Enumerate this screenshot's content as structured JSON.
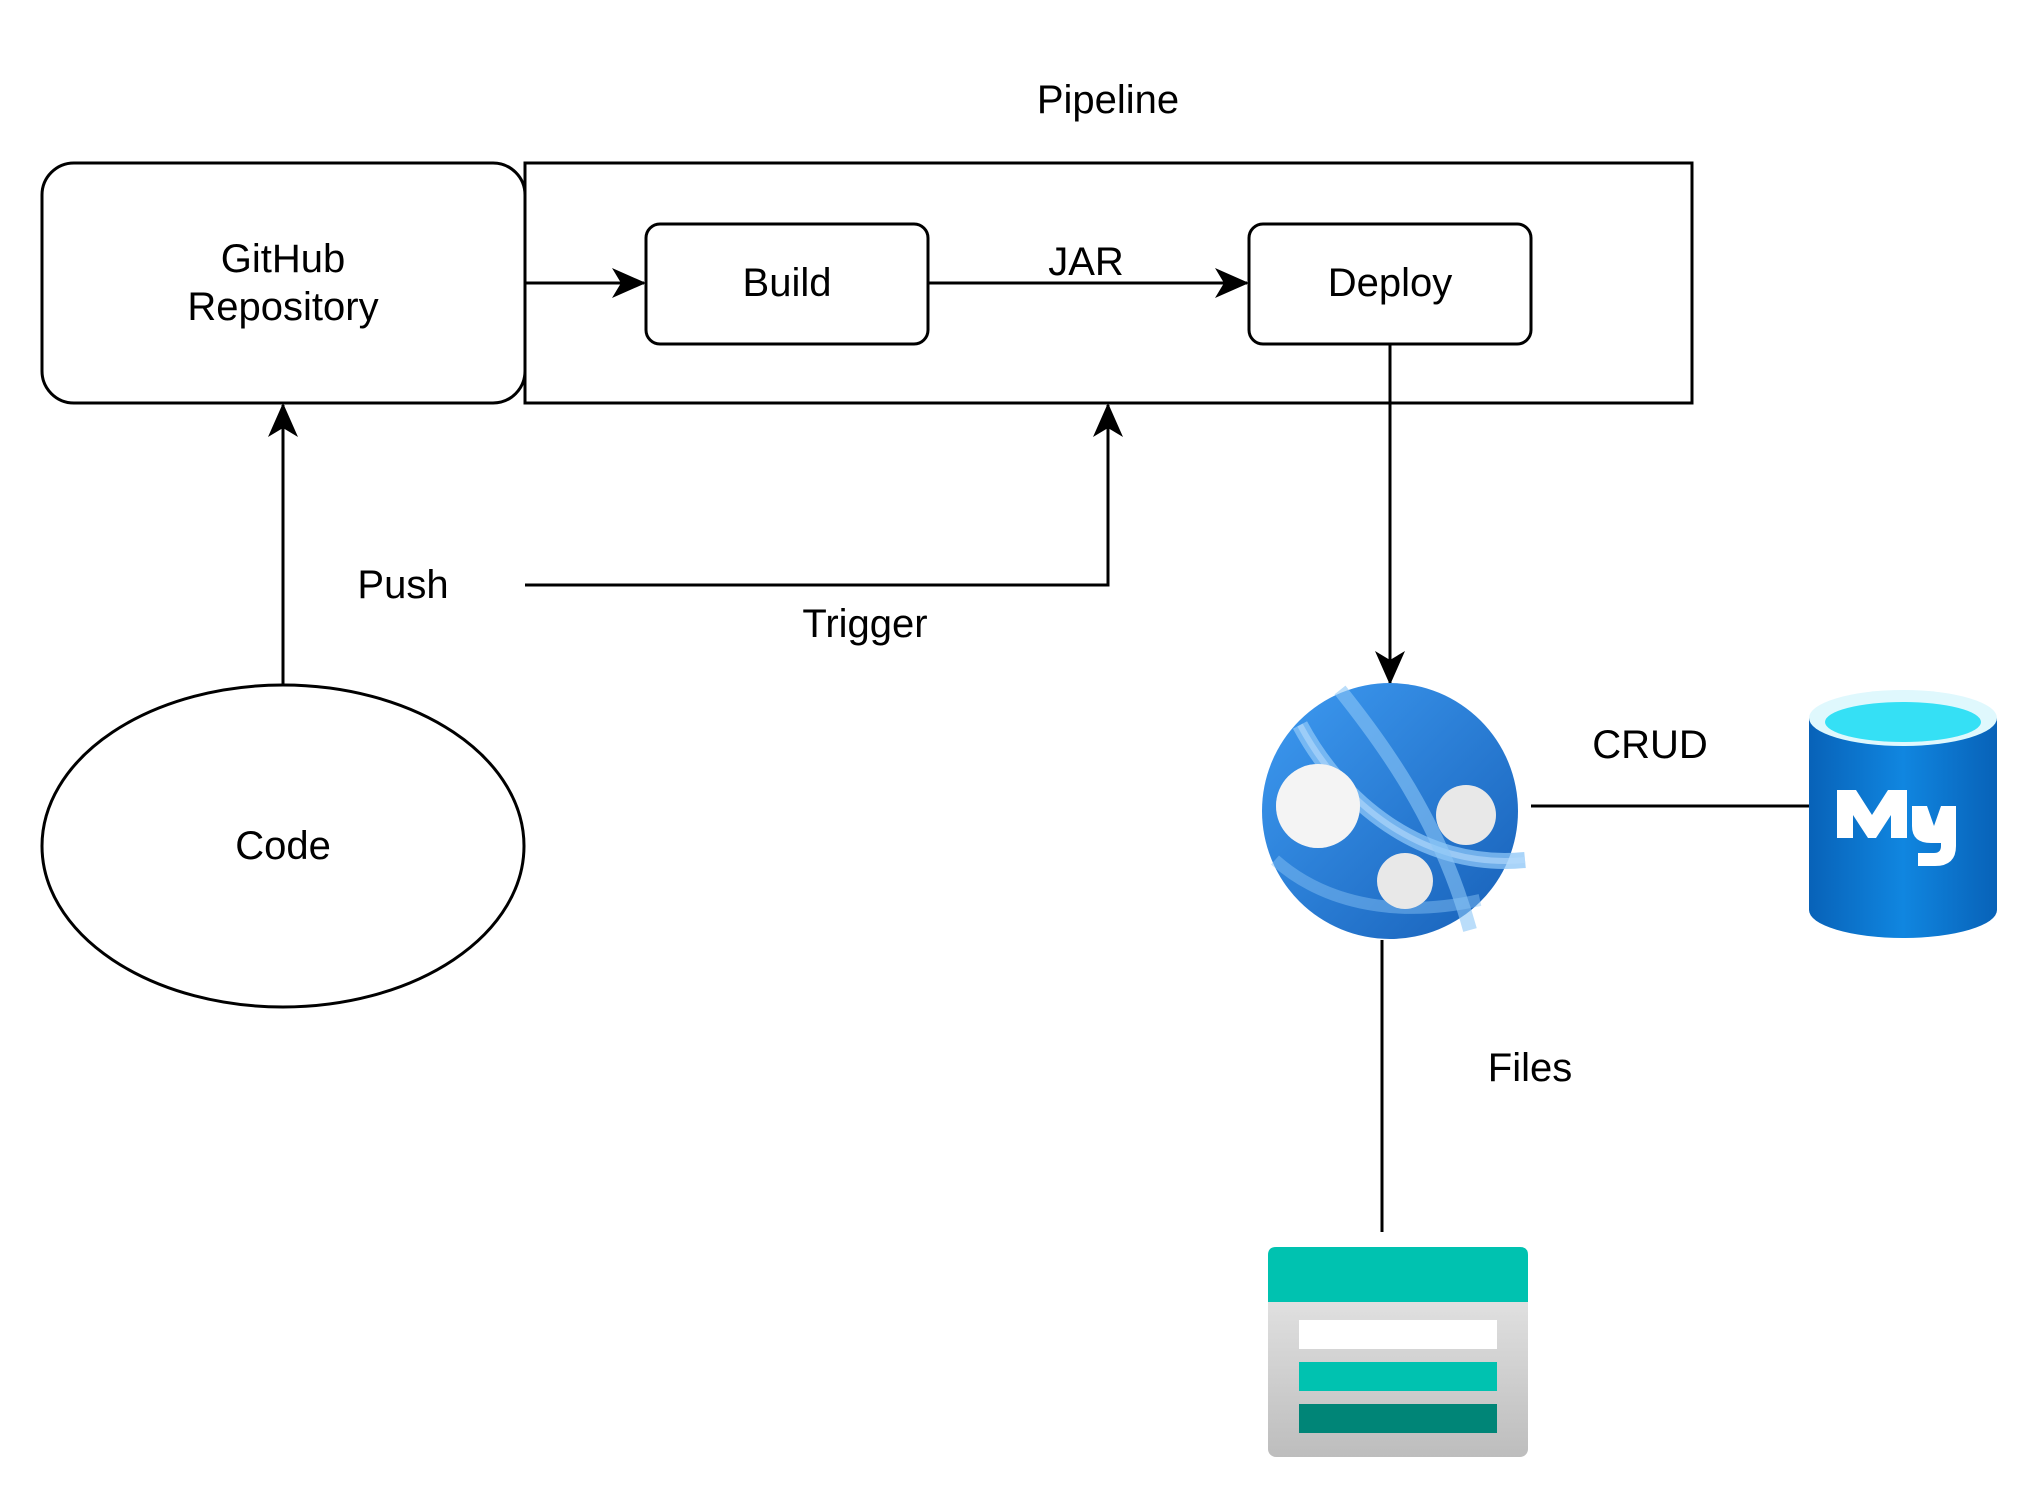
{
  "diagram": {
    "title": "Pipeline",
    "nodes": {
      "github_repository": {
        "line1": "GitHub",
        "line2": "Repository"
      },
      "build": {
        "label": "Build"
      },
      "deploy": {
        "label": "Deploy"
      },
      "code": {
        "label": "Code"
      },
      "app_service": {
        "icon": "azure-app-service-icon"
      },
      "mysql": {
        "icon": "azure-mysql-database-icon",
        "logo_text": "My"
      },
      "storage": {
        "icon": "azure-storage-account-icon"
      }
    },
    "edges": {
      "jar": "JAR",
      "push": "Push",
      "trigger": "Trigger",
      "crud": "CRUD",
      "files": "Files"
    }
  },
  "colors": {
    "stroke": "#000000",
    "azure_blue_dark": "#1f6fc4",
    "azure_blue_light": "#3e9bf2",
    "mysql_blue": "#0a78d4",
    "mysql_cyan": "#35e0f5",
    "storage_teal": "#00c2b0",
    "storage_teal_dark": "#008577",
    "storage_gray": "#d7d7d7"
  }
}
